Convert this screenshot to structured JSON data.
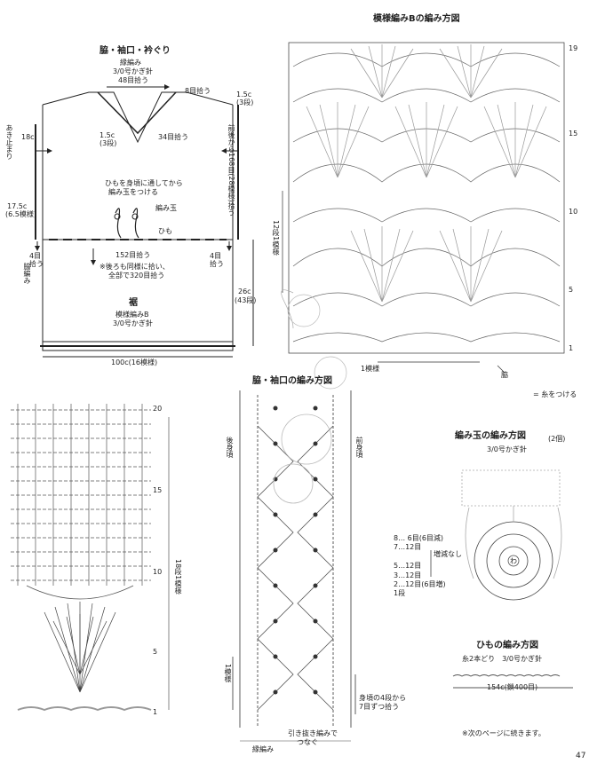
{
  "garment": {
    "title": "脇・袖口・衿ぐり",
    "method": "縁編み",
    "hook": "3/0号かぎ針",
    "collar_count": "48目拾う",
    "pickup_8": "8目拾う",
    "v_depth": "1.5c",
    "v_rows": "(3段)",
    "pickup_34": "34目拾う",
    "edge_top": "1.5c",
    "edge_top_rows": "(3段)",
    "armhole_right": "前後から168目(28模様)拾う",
    "slit_left": "あき止まり",
    "left_18": "18c",
    "left_175": "17.5c",
    "left_175_sub": "(6.5模様)",
    "tie_note_1": "ひもを身頃に通してから",
    "tie_note_2": "編み玉をつける",
    "ball_label": "編み玉",
    "cord_label": "ひも",
    "hem_count": "152目拾う",
    "hem_note_1": "※後ろも同様に拾い、",
    "hem_note_2": "全部で320目拾う",
    "left_4": "4目",
    "left_4b": "拾う",
    "right_4": "4目",
    "right_4b": "拾う",
    "side_edge": "脇編み",
    "height_26": "26c",
    "height_26_rows": "(43段)",
    "hem_title": "裾",
    "hem_pattern": "模様編みB",
    "hem_hook": "3/0号かぎ針",
    "width_100": "100c(16模様)"
  },
  "patternB": {
    "title": "模様編みBの編み方図",
    "row_19": "19",
    "row_15": "15",
    "row_10": "10",
    "row_5": "5",
    "row_1": "1",
    "repeat_left": "12段1模様",
    "repeat_bottom": "1模様",
    "side_label": "脇",
    "yarn_note": "= 糸をつける"
  },
  "leftChart": {
    "row_20": "20",
    "row_15": "15",
    "row_10": "10",
    "row_5": "5",
    "row_1": "1",
    "repeat": "18段1模様"
  },
  "armhole": {
    "title": "脇・袖口の編み方図",
    "back": "後身頃",
    "front": "前身頃",
    "repeat": "1模様",
    "note_1": "身頃の4段から",
    "note_2": "7目ずつ拾う",
    "slip_1": "引き抜き編みで",
    "slip_2": "つなぐ",
    "edge": "縁編み"
  },
  "ball": {
    "title": "編み玉の編み方図",
    "count": "(2個)",
    "hook": "3/0号かぎ針",
    "r8": "8… 6目(6目減)",
    "r7": "7…12目",
    "r5": "5…12目",
    "r3": "3…12目",
    "r2": "2…12目(6目増)",
    "r1": "1段",
    "no_change": "増減なし",
    "center": "わ"
  },
  "cord": {
    "title": "ひもの編み方図",
    "spec": "糸2本どり　3/0号かぎ針",
    "length": "154c(鎖400目)"
  },
  "footer": {
    "continued": "※次のページに続きます。",
    "page": "47"
  }
}
